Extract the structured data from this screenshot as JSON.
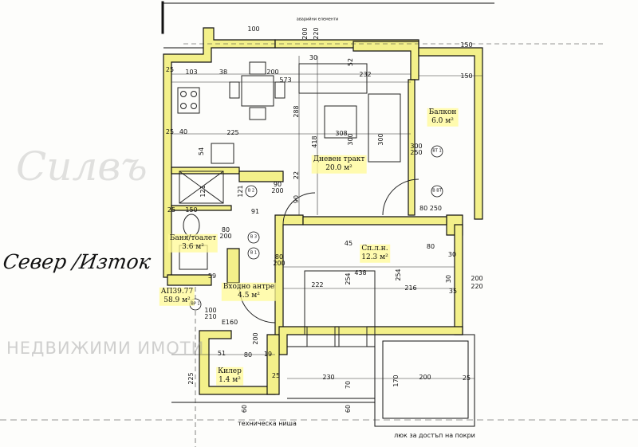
{
  "orientation_note": "Север /Изток",
  "watermark": {
    "brand": "Силвъ",
    "text": "НЕДВИЖИМИ ИМОТИ"
  },
  "colors": {
    "wall_fill": "#f3f08a",
    "line": "#111111",
    "paper": "#fdfdfb"
  },
  "rooms": [
    {
      "name": "Дневен тракт",
      "area": "20.0 м²"
    },
    {
      "name": "Балкон",
      "area": "6.0 м²"
    },
    {
      "name": "Баня/тоалет",
      "area": "3.6 м²"
    },
    {
      "name": "Сп.л.н.",
      "area": "12.3 м²"
    },
    {
      "name": "Входно антре",
      "area": "4.5 м²"
    },
    {
      "name": "Килер",
      "area": "1.4 м²"
    }
  ],
  "apartment": {
    "code": "АП39.77",
    "area": "58.9 м²"
  },
  "labels": {
    "fire_door": "E160",
    "tech_niche": "техническа ниша",
    "roof_hatch": "люк за достъп на покри",
    "fire_elements": "аварийни елементи"
  },
  "doors": [
    {
      "code": "В",
      "num": "2",
      "size": "90",
      "height": "200"
    },
    {
      "code": "В",
      "num": "3",
      "size": "80",
      "height": "200"
    },
    {
      "code": "В",
      "num": "1",
      "size": "80",
      "height": "200"
    },
    {
      "code": "ВТ",
      "num": "1",
      "size": "300",
      "height": "250"
    },
    {
      "code": "В",
      "num": "ВТ",
      "size": "80",
      "height": "250"
    },
    {
      "code": "ВР",
      "num": "1",
      "size": "100",
      "height": "210"
    }
  ],
  "dimensions": [
    "100",
    "200",
    "220",
    "150",
    "150",
    "25",
    "103",
    "38",
    "200",
    "573",
    "30",
    "232",
    "52",
    "288",
    "418",
    "308",
    "300",
    "300",
    "25",
    "40",
    "225",
    "54",
    "121",
    "121",
    "22",
    "90",
    "91",
    "150",
    "25",
    "45",
    "438",
    "222",
    "254",
    "254",
    "216",
    "200",
    "220",
    "30",
    "E160",
    "200",
    "51",
    "80",
    "19",
    "225",
    "230",
    "70",
    "200",
    "170",
    "25",
    "25",
    "60",
    "60",
    "80",
    "59",
    "30",
    "35"
  ]
}
